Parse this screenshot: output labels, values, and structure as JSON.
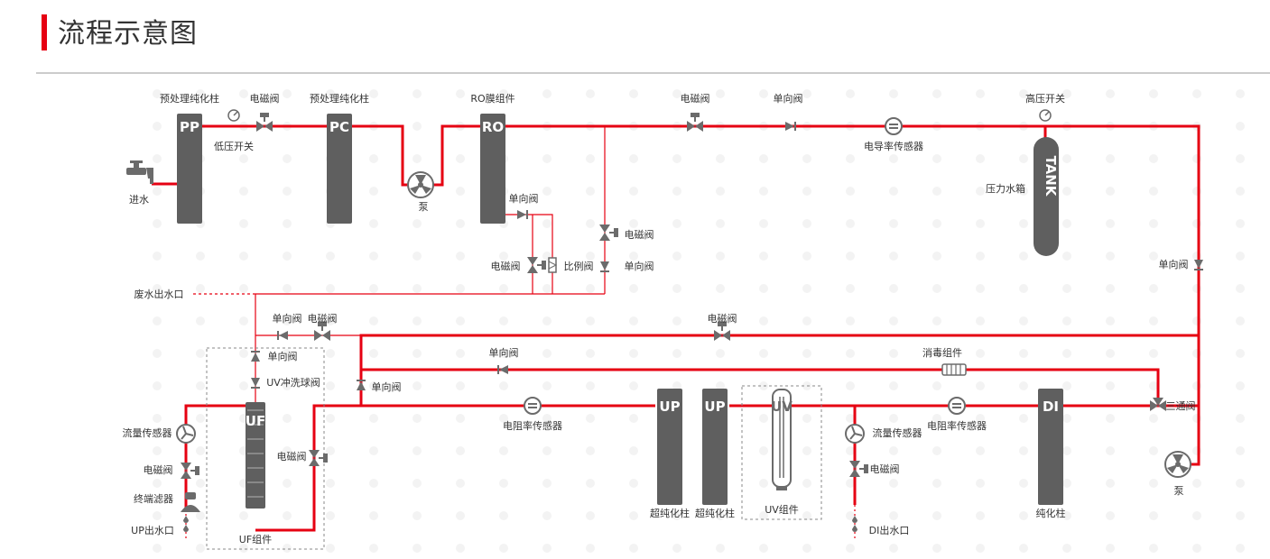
{
  "page": {
    "title": "流程示意图"
  },
  "colors": {
    "accent": "#e60012",
    "pipe": "#e60012",
    "component": "#5f5f5f",
    "valve": "#6b6b6b",
    "text": "#333333",
    "divider": "#cccccc"
  },
  "components": {
    "pp": {
      "tag": "PP",
      "label": "预处理纯化柱"
    },
    "pc": {
      "tag": "PC",
      "label": "预处理纯化柱"
    },
    "ro": {
      "tag": "RO",
      "label": "RO膜组件"
    },
    "tank": {
      "tag": "TANK",
      "label": "压力水箱"
    },
    "uf": {
      "tag": "UF",
      "label": "UF组件"
    },
    "up1": {
      "tag": "UP",
      "label": "超纯化柱"
    },
    "up2": {
      "tag": "UP",
      "label": "超纯化柱"
    },
    "uv": {
      "tag": "UV",
      "label": "UV组件"
    },
    "di": {
      "tag": "DI",
      "label": "纯化柱"
    }
  },
  "labels": {
    "inlet": "进水",
    "solenoid": "电磁阀",
    "low_pressure_switch": "低压开关",
    "pump": "泵",
    "check_valve": "单向阀",
    "conductivity_sensor": "电导率传感器",
    "high_pressure_switch": "高压开关",
    "proportional_valve": "比例阀",
    "waste_outlet": "废水出水口",
    "uv_flush_valve": "UV冲洗球阀",
    "disinfection": "消毒组件",
    "resistivity_sensor": "电阻率传感器",
    "three_way_valve": "三通阀",
    "flow_sensor": "流量传感器",
    "terminal_filter": "终端滤器",
    "up_outlet": "UP出水口",
    "di_outlet": "DI出水口"
  }
}
